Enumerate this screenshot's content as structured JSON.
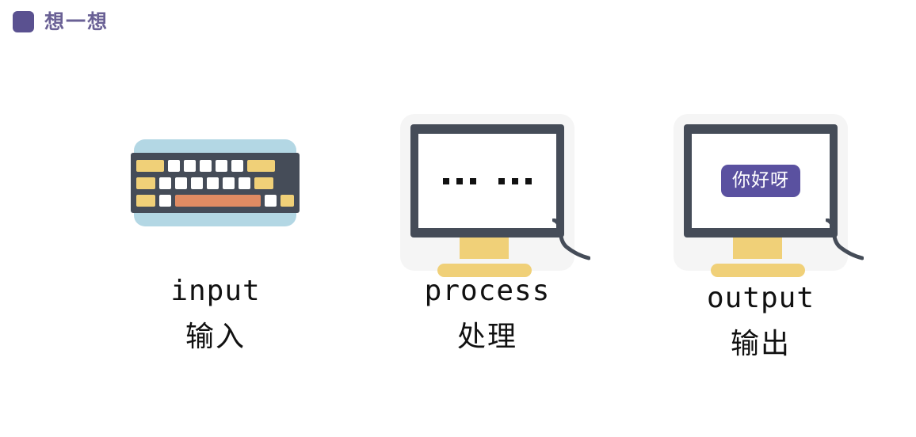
{
  "header": {
    "marker_icon": "purple-square-icon",
    "marker_color": "#5a5190",
    "title": "想一想",
    "title_color": "#6a6195"
  },
  "columns": [
    {
      "id": "input",
      "illustration": "keyboard-icon",
      "label_en": "input",
      "label_zh": "输入",
      "colors": {
        "pad": "#b3d7e4",
        "body": "#454c58",
        "key_white": "#ffffff",
        "key_yellow": "#f0d078",
        "spacebar": "#e08b63"
      }
    },
    {
      "id": "process",
      "illustration": "monitor-icon",
      "screen_content": "… …",
      "label_en": "process",
      "label_zh": "处理",
      "colors": {
        "card": "#f5f5f5",
        "frame": "#454c58",
        "screen": "#ffffff",
        "stand": "#f0d078",
        "dot": "#111111"
      }
    },
    {
      "id": "output",
      "illustration": "monitor-icon",
      "screen_badge_text": "你好呀",
      "label_en": "output",
      "label_zh": "输出",
      "colors": {
        "card": "#f5f5f5",
        "frame": "#454c58",
        "screen": "#ffffff",
        "stand": "#f0d078",
        "badge": "#5a51a0",
        "badge_text": "#ffffff"
      }
    }
  ]
}
